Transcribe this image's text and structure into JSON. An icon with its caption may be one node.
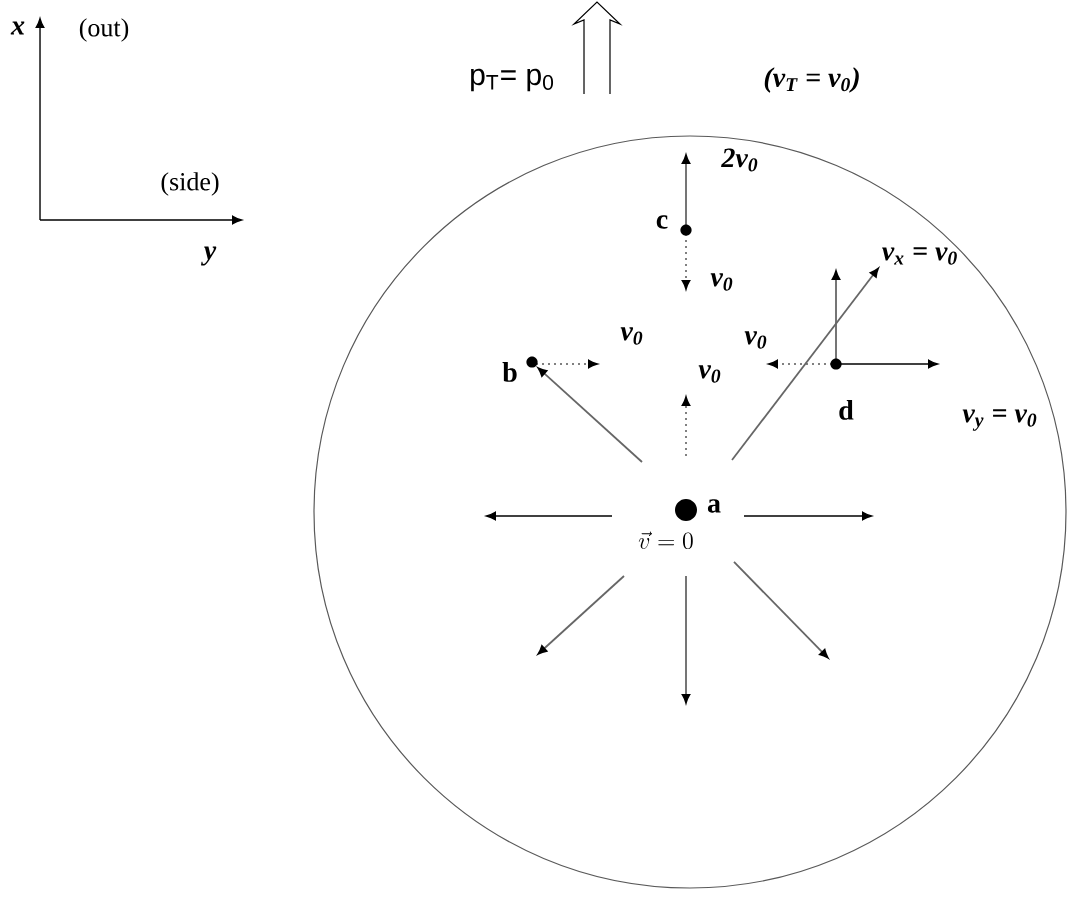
{
  "diagram": {
    "nodes": [
      {
        "text": [],
        "shape": "circle"
      },
      {
        "text": [
          "c"
        ],
        "in": 0
      },
      {
        "text": [
          "b"
        ],
        "in": 0
      },
      {
        "text": [
          "d"
        ],
        "in": 0
      },
      {
        "text": [
          "a"
        ],
        "in": 0
      }
    ],
    "labels": [
      "x",
      "(out)",
      "p$_{T}$= p$_{0}$",
      "(v$_{T}$ = v$_{0}$)",
      "(side)",
      "y",
      "2v$_{0}$",
      "v$_{0}$",
      "v$_{x}$ = v$_{0}$",
      "v$_{0}$",
      "v$_{0}$",
      "v$_{0}$",
      "v$_{y}$ = v$_{0}$",
      "\\vec{v}=0"
    ]
  }
}
